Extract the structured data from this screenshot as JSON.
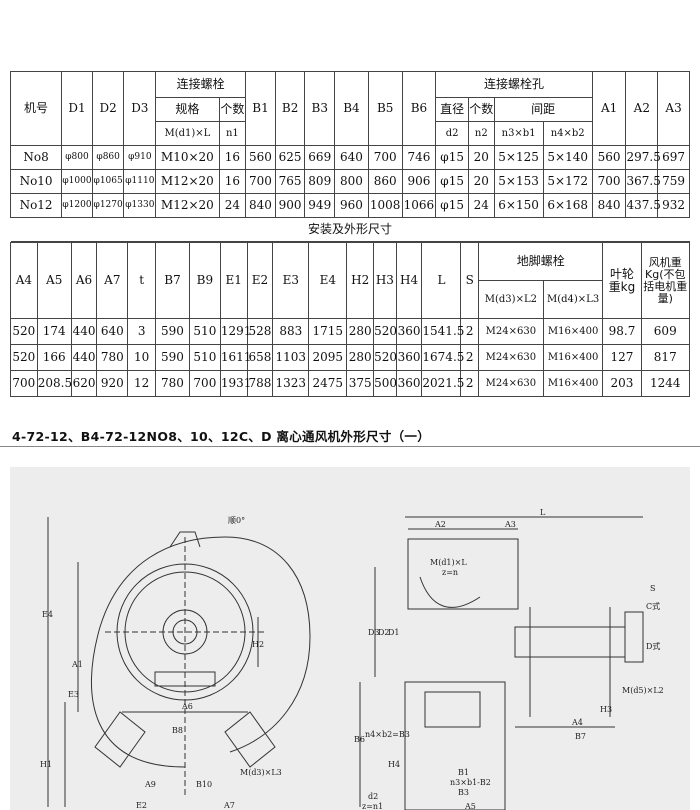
{
  "table1": {
    "header_row1": {
      "model": "机号",
      "D1": "D1",
      "D2": "D2",
      "D3": "D3",
      "conn_bolt": "连接螺栓",
      "B1": "B1",
      "B2": "B2",
      "B3": "B3",
      "B4": "B4",
      "B5": "B5",
      "B6": "B6",
      "conn_bolt_hole": "连接螺栓孔",
      "A1": "A1",
      "A2": "A2",
      "A3": "A3"
    },
    "header_row2": {
      "spec": "规格",
      "count": "个数",
      "diameter": "直径",
      "hole_count": "个数",
      "spacing": "间距"
    },
    "header_row3": {
      "spec_formula": "M(d1)×L",
      "n1": "n1",
      "d2": "d2",
      "n2": "n2",
      "n3b1": "n3×b1",
      "n4b2": "n4×b2"
    },
    "rows": [
      [
        "No8",
        "φ800",
        "φ860",
        "φ910",
        "M10×20",
        "16",
        "560",
        "625",
        "669",
        "640",
        "700",
        "746",
        "φ15",
        "20",
        "5×125",
        "5×140",
        "560",
        "297.5",
        "697"
      ],
      [
        "No10",
        "φ1000",
        "φ1065",
        "φ1110",
        "M12×20",
        "16",
        "700",
        "765",
        "809",
        "800",
        "860",
        "906",
        "φ15",
        "20",
        "5×153",
        "5×172",
        "700",
        "367.5",
        "759"
      ],
      [
        "No12",
        "φ1200",
        "φ1270",
        "φ1330",
        "M12×20",
        "24",
        "840",
        "900",
        "949",
        "960",
        "1008",
        "1066",
        "φ15",
        "24",
        "6×150",
        "6×168",
        "840",
        "437.5",
        "932"
      ]
    ],
    "caption": "安装及外形尺寸"
  },
  "table2": {
    "headers": [
      "A4",
      "A5",
      "A6",
      "A7",
      "t",
      "B7",
      "B9",
      "E1",
      "E2",
      "E3",
      "E4",
      "H2",
      "H3",
      "H4",
      "L",
      "S"
    ],
    "foundation_bolt": "地脚螺栓",
    "fb_sub1": "M(d3)×L2",
    "fb_sub2": "M(d4)×L3",
    "impeller_weight": "叶轮重kg",
    "fan_weight": "风机重Kg(不包括电机重量)",
    "rows": [
      [
        "520",
        "174",
        "440",
        "640",
        "3",
        "590",
        "510",
        "1291",
        "528",
        "883",
        "1715",
        "280",
        "520",
        "360",
        "1541.5",
        "2",
        "M24×630",
        "M16×400",
        "98.7",
        "609"
      ],
      [
        "520",
        "166",
        "440",
        "780",
        "10",
        "590",
        "510",
        "1611",
        "658",
        "1103",
        "2095",
        "280",
        "520",
        "360",
        "1674.5",
        "2",
        "M24×630",
        "M16×400",
        "127",
        "817"
      ],
      [
        "700",
        "208.5",
        "620",
        "920",
        "12",
        "780",
        "700",
        "1931",
        "788",
        "1323",
        "2475",
        "375",
        "500",
        "360",
        "2021.5",
        "2",
        "M24×630",
        "M16×400",
        "203",
        "1244"
      ]
    ]
  },
  "heading": "4-72-12、B4-72-12NO8、10、12C、D 离心通风机外形尺寸（一）",
  "drawing": {
    "labels": {
      "angle": "顺0°",
      "E4": "E4",
      "E3": "E3",
      "A1": "A1",
      "H1": "H1",
      "H2": "H2",
      "A6": "A6",
      "B8": "B8",
      "B10": "B10",
      "A9": "A9",
      "E2": "E2",
      "A7": "A7",
      "Md3L3": "M(d3)×L3",
      "A2": "A2",
      "A3": "A3",
      "L": "L",
      "Md1L": "M(d1)×L",
      "zn": "z=n",
      "D3": "D3",
      "D2": "D2",
      "D1": "D1",
      "S": "S",
      "C_type": "C式",
      "D_type": "D式",
      "Md5L2": "M(d5)×L2",
      "H3": "H3",
      "A4": "A4",
      "B7": "B7",
      "B6": "B6",
      "n4b2B3": "n4×b2=B3",
      "H4": "H4",
      "B1": "B1",
      "n3b1B2": "n3×b1-B2",
      "B3": "B3",
      "d2": "d2",
      "zn1": "z=n1",
      "A5": "A5"
    }
  }
}
